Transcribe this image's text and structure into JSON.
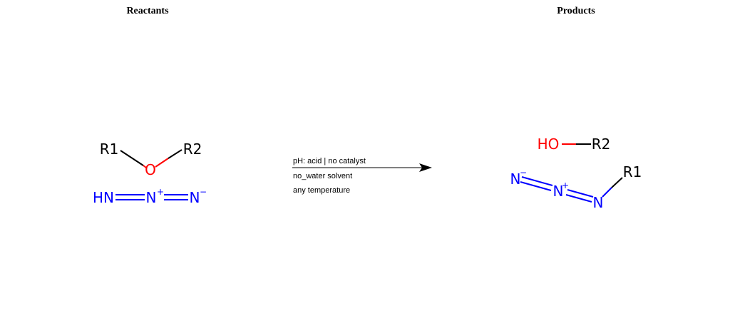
{
  "headings": {
    "reactants": "Reactants",
    "products": "Products"
  },
  "colors": {
    "carbon": "#000000",
    "oxygen": "#ff0000",
    "nitrogen": "#0000ff"
  },
  "reactants": {
    "ether": {
      "r1": "R1",
      "o": "O",
      "r2": "R2"
    },
    "hydrazoic_acid": {
      "hn": "HN",
      "n_plus": "N",
      "n_plus_charge": "+",
      "n_minus": "N",
      "n_minus_charge": "−"
    }
  },
  "products": {
    "alcohol": {
      "ho": "HO",
      "r2": "R2"
    },
    "azide": {
      "n1": "N",
      "n1_charge": "−",
      "n2": "N",
      "n2_charge": "+",
      "n3": "N",
      "r1": "R1"
    }
  },
  "conditions": {
    "ph": "pH: acid | no catalyst",
    "solvent": "no_water solvent",
    "temperature": "any temperature"
  }
}
